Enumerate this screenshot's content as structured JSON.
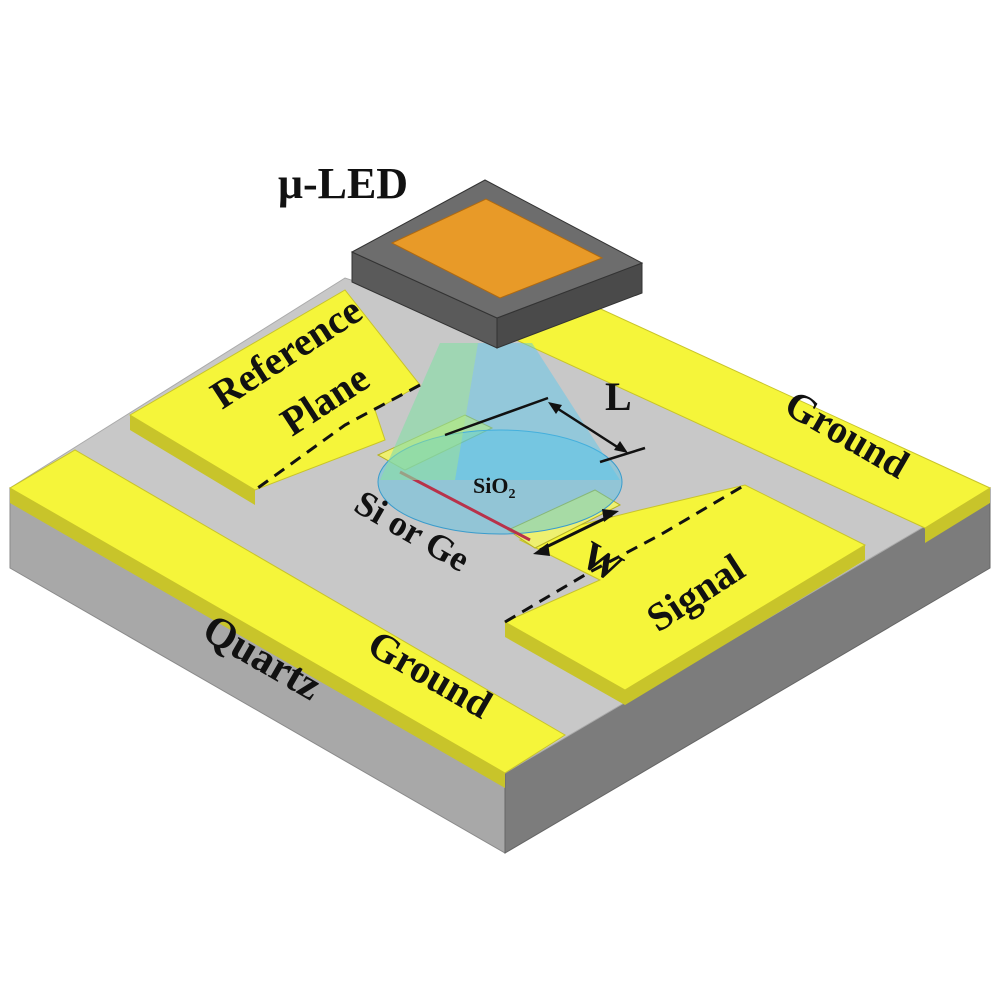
{
  "labels": {
    "led": "μ-LED",
    "reference_line1": "Reference",
    "reference_line2": "Plane",
    "length": "L",
    "width": "W",
    "oxide_prefix": "SiO",
    "oxide_subscript": "2",
    "semiconductor": "Si or Ge",
    "ground_right": "Ground",
    "ground_left": "Ground",
    "signal": "Signal",
    "substrate": "Quartz"
  },
  "colors": {
    "gold": "#f5f53a",
    "gold_side": "#c8c42a",
    "quartz_top": "#c8c8c8",
    "quartz_left": "#a8a8a8",
    "quartz_right": "#7c7c7c",
    "led_frame": "#6d6d6d",
    "led_chip": "#e89a28",
    "light_cone": "#52c8f0",
    "channel": "#b8324a"
  }
}
